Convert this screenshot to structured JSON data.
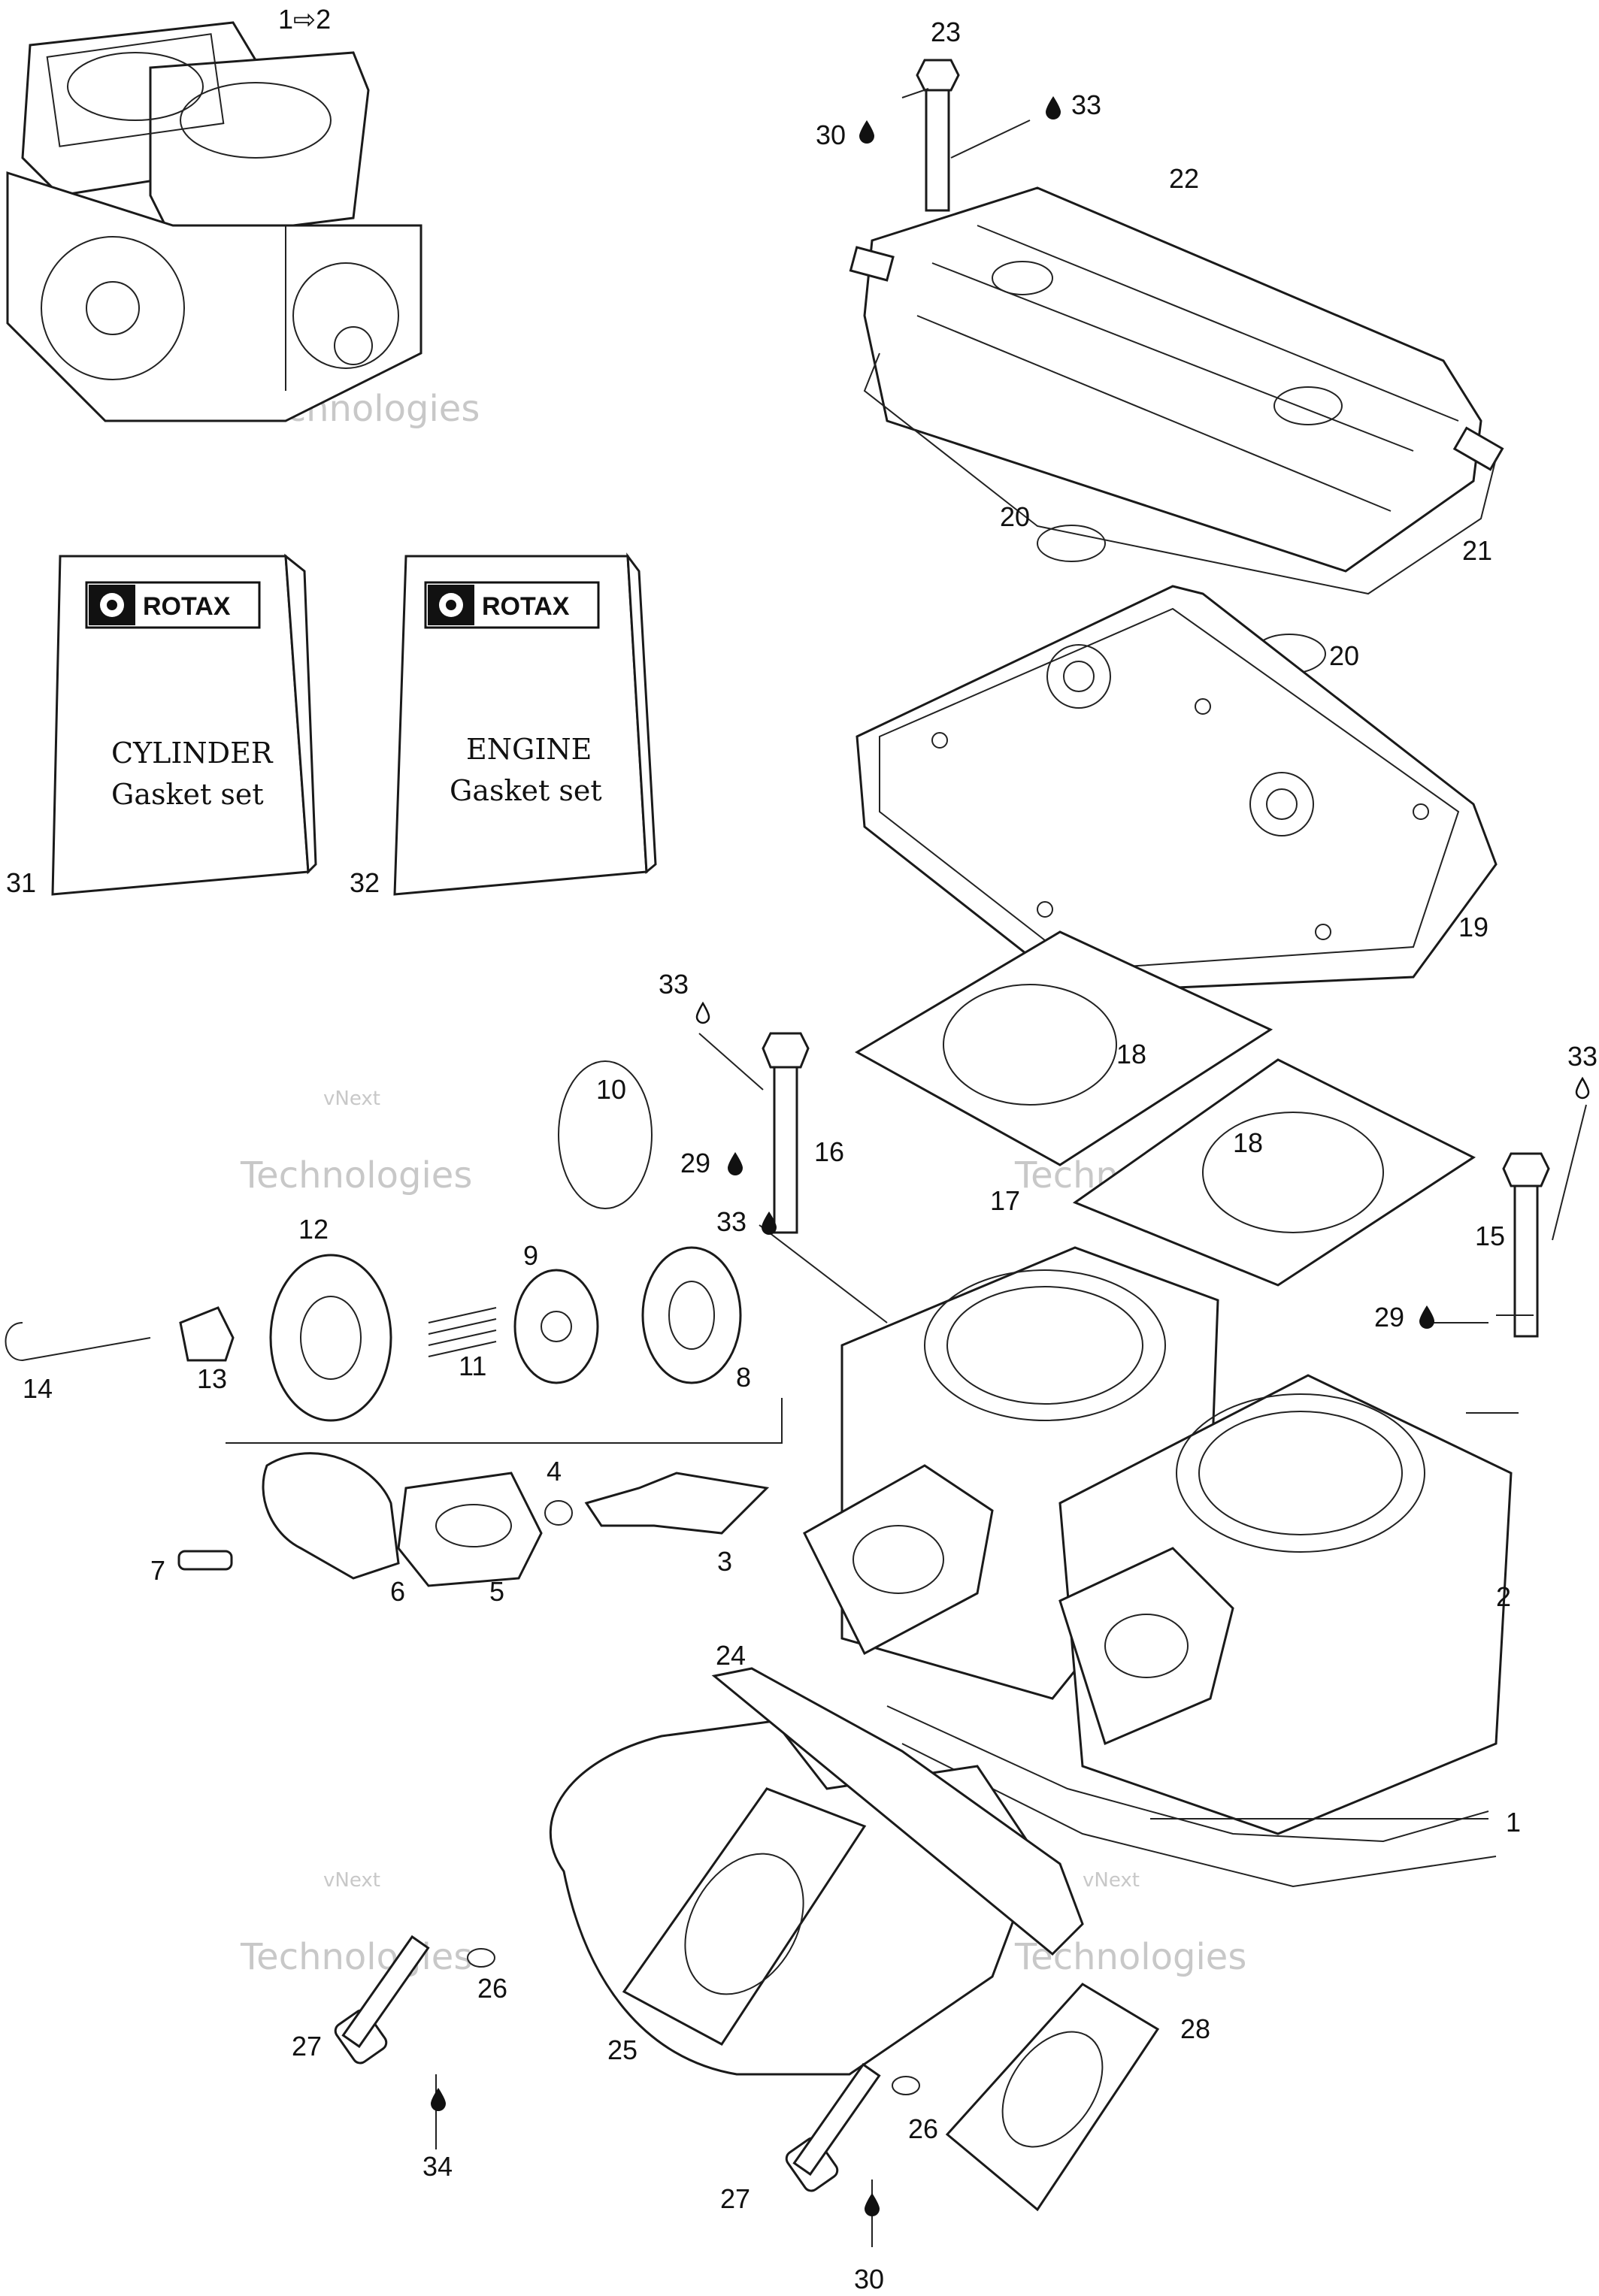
{
  "header_note": "1⇨2",
  "kits": [
    {
      "brand": "ROTAX",
      "line1": "CYLINDER",
      "line2": "Gasket set",
      "ref": "31"
    },
    {
      "brand": "ROTAX",
      "line1": "ENGINE",
      "line2": "Gasket set",
      "ref": "32"
    }
  ],
  "watermark": {
    "line1": "vNext",
    "line2": "Technologies"
  },
  "callouts": {
    "c1": "1",
    "c2": "2",
    "c3": "3",
    "c4": "4",
    "c5": "5",
    "c6": "6",
    "c7": "7",
    "c8": "8",
    "c9": "9",
    "c10": "10",
    "c11": "11",
    "c12": "12",
    "c13": "13",
    "c14": "14",
    "c15": "15",
    "c16": "16",
    "c17": "17",
    "c18a": "18",
    "c18b": "18",
    "c19": "19",
    "c20a": "20",
    "c20b": "20",
    "c21": "21",
    "c22": "22",
    "c23": "23",
    "c24": "24",
    "c25": "25",
    "c26a": "26",
    "c26b": "26",
    "c27a": "27",
    "c27b": "27",
    "c28": "28",
    "c29a": "29",
    "c29b": "29",
    "c30a": "30",
    "c30b": "30",
    "c33a": "33",
    "c33b": "33",
    "c33c": "33",
    "c33d": "33",
    "c34": "34"
  }
}
